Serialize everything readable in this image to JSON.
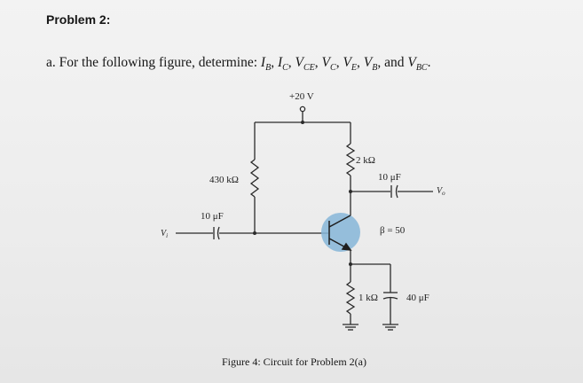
{
  "problem": {
    "title": "Problem 2:",
    "part": "a.",
    "prompt": "For the following figure, determine:",
    "variables": [
      {
        "symbol": "I",
        "sub": "B"
      },
      {
        "symbol": "I",
        "sub": "C"
      },
      {
        "symbol": "V",
        "sub": "CE"
      },
      {
        "symbol": "V",
        "sub": "C"
      },
      {
        "symbol": "V",
        "sub": "E"
      },
      {
        "symbol": "V",
        "sub": "B"
      },
      {
        "symbol": "V",
        "sub": "BC"
      }
    ],
    "conjunction": "and"
  },
  "circuit": {
    "supply": "+20 V",
    "rb": "430 kΩ",
    "rc": "2 kΩ",
    "re": "1 kΩ",
    "c_in": "10 μF",
    "c_out": "10 μF",
    "c_e": "40 μF",
    "beta": "β = 50",
    "vi": "V",
    "vi_sub": "i",
    "vo": "V",
    "vo_sub": "o",
    "highlight_color": "#86b6d8"
  },
  "figure": {
    "caption": "Figure 4: Circuit for Problem 2(a)"
  }
}
